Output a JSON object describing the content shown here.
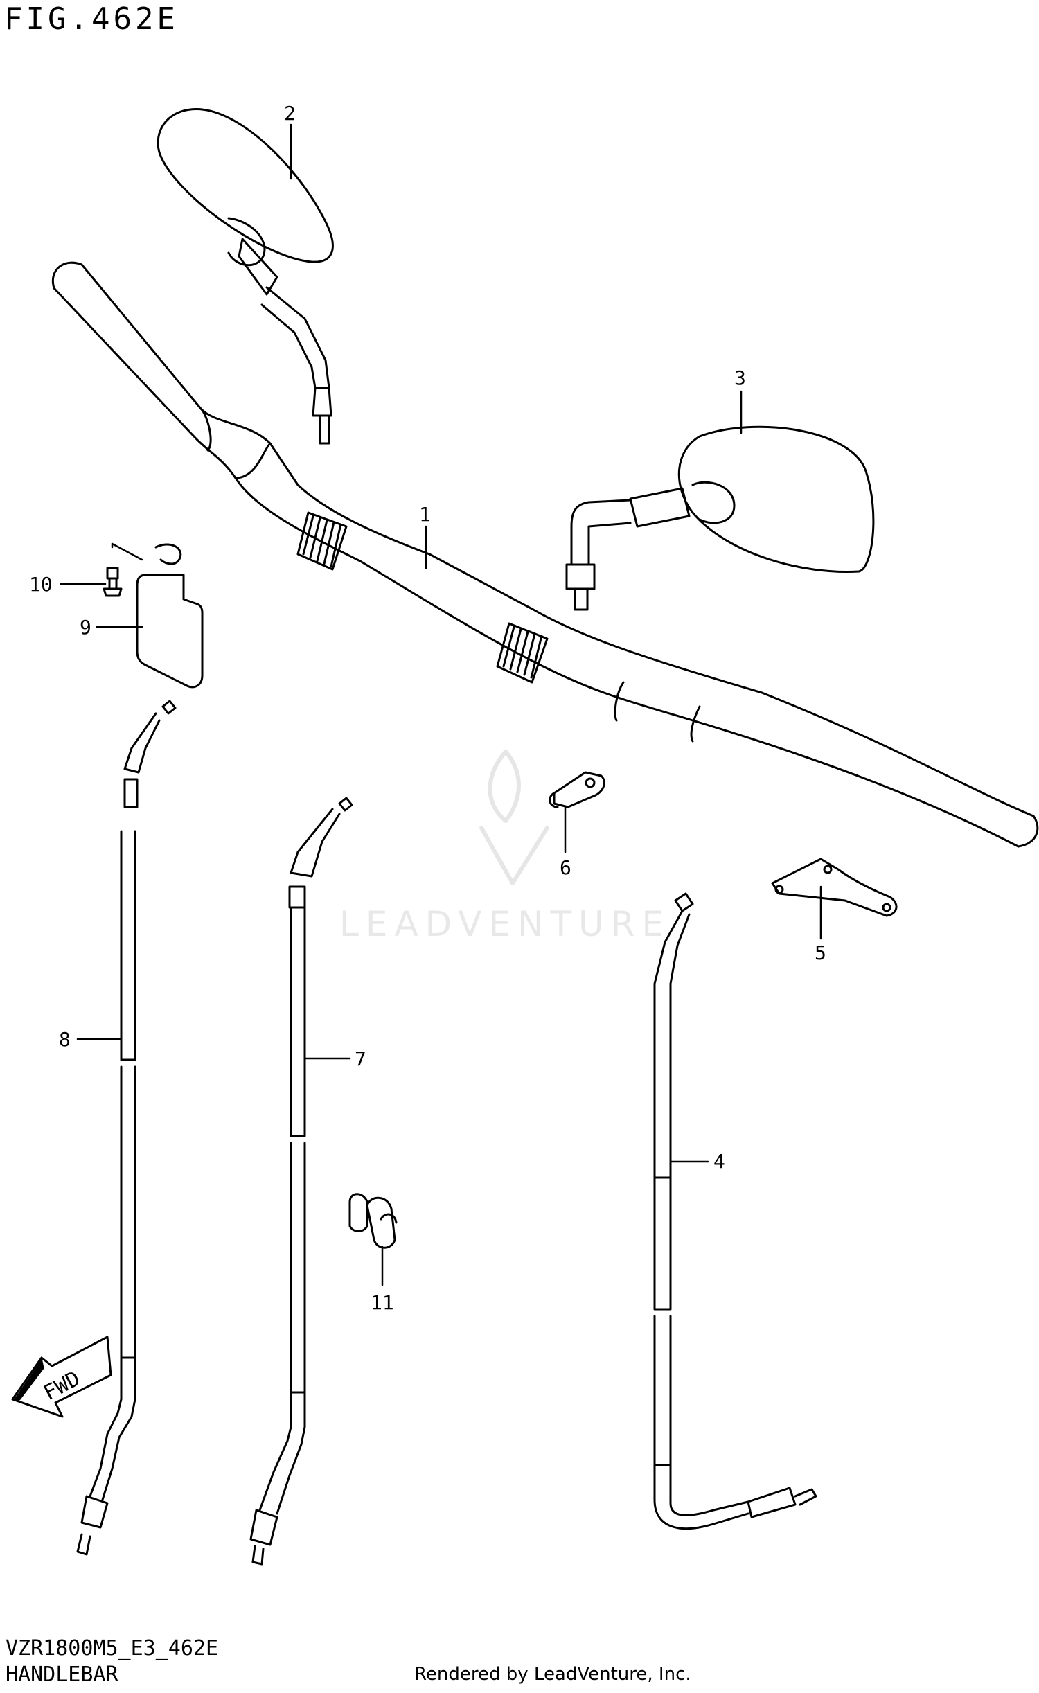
{
  "header": {
    "figure_title": "FIG.462E"
  },
  "footer": {
    "model_code": "VZR1800M5_E3_462E",
    "caption": "HANDLEBAR",
    "credit": "Rendered by LeadVenture, Inc."
  },
  "watermark": {
    "text": "LEADVENTURE"
  },
  "callouts": {
    "c1": "1",
    "c2": "2",
    "c3": "3",
    "c4": "4",
    "c5": "5",
    "c6": "6",
    "c7": "7",
    "c8": "8",
    "c9": "9",
    "c10": "10",
    "c11": "11"
  },
  "fwd_label": "FWD",
  "colors": {
    "line": "#000000",
    "watermark": "#e6e6e6",
    "background": "#ffffff"
  }
}
